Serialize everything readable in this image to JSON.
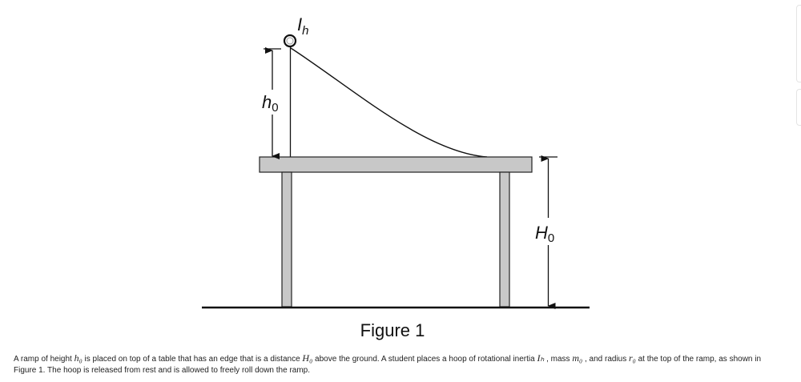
{
  "figure": {
    "title": "Figure 1",
    "labels": {
      "hoop_inertia": "I",
      "hoop_inertia_sub": "h",
      "ramp_height": "h",
      "ramp_height_sub": "0",
      "table_height": "H",
      "table_height_sub": "0"
    }
  },
  "caption": {
    "t1": "A ramp of height ",
    "v1": "h₀",
    "t2": " is placed on top of a table that has an edge that is a distance ",
    "v2": "H₀",
    "t3": " above the ground. A student places a hoop of rotational inertia ",
    "v3": "Iₕ",
    "t4": " , mass ",
    "v4": "m₀",
    "t5": " , and radius ",
    "v5": "r₀",
    "t6": " at the top of the ramp, as shown in Figure 1. The hoop is released from rest and is allowed to freely roll down the ramp."
  }
}
